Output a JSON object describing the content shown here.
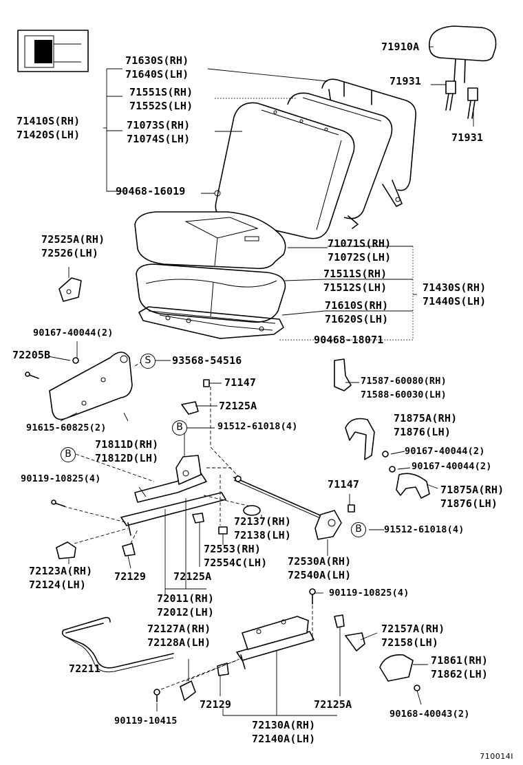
{
  "illustration_id": "710014I",
  "labels": [
    {
      "id": "71910A",
      "lines": [
        "71910A"
      ]
    },
    {
      "id": "71631_71640",
      "lines": [
        "71630S(RH)",
        "71640S(LH)"
      ]
    },
    {
      "id": "71551_71552",
      "lines": [
        "71551S(RH)",
        "71552S(LH)"
      ]
    },
    {
      "id": "71410_71420",
      "lines": [
        "71410S(RH)",
        "71420S(LH)"
      ]
    },
    {
      "id": "71073_71074",
      "lines": [
        "71073S(RH)",
        "71074S(LH)"
      ]
    },
    {
      "id": "71931_a",
      "lines": [
        "71931"
      ]
    },
    {
      "id": "71931_b",
      "lines": [
        "71931"
      ]
    },
    {
      "id": "90468_16019",
      "lines": [
        "90468-16019"
      ]
    },
    {
      "id": "72525_72526",
      "lines": [
        "72525A(RH)",
        "72526(LH)"
      ]
    },
    {
      "id": "71071_71072",
      "lines": [
        "71071S(RH)",
        "71072S(LH)"
      ]
    },
    {
      "id": "71511_71512",
      "lines": [
        "71511S(RH)",
        "71512S(LH)"
      ]
    },
    {
      "id": "71430_71440",
      "lines": [
        "71430S(RH)",
        "71440S(LH)"
      ]
    },
    {
      "id": "71610_71620",
      "lines": [
        "71610S(RH)",
        "71620S(LH)"
      ]
    },
    {
      "id": "90167_40044_top",
      "lines": [
        "90167-40044(2)"
      ]
    },
    {
      "id": "90468_18071",
      "lines": [
        "90468-18071"
      ]
    },
    {
      "id": "72205B",
      "lines": [
        "72205B"
      ]
    },
    {
      "id": "93568_54516",
      "lines": [
        "93568-54516"
      ]
    },
    {
      "id": "71147_a",
      "lines": [
        "71147"
      ]
    },
    {
      "id": "71587_71588",
      "lines": [
        "71587-60080(RH)",
        "71588-60030(LH)"
      ]
    },
    {
      "id": "72125A_a",
      "lines": [
        "72125A"
      ]
    },
    {
      "id": "91615_60825",
      "lines": [
        "91615-60825(2)"
      ]
    },
    {
      "id": "91512_61018_a",
      "lines": [
        "91512-61018(4)"
      ]
    },
    {
      "id": "71875_71876_a",
      "lines": [
        "71875A(RH)",
        "71876(LH)"
      ]
    },
    {
      "id": "71811_71812",
      "lines": [
        "71811D(RH)",
        "71812D(LH)"
      ]
    },
    {
      "id": "90167_40044_b",
      "lines": [
        "90167-40044(2)"
      ]
    },
    {
      "id": "90167_40044_c",
      "lines": [
        "90167-40044(2)"
      ]
    },
    {
      "id": "90119_10825_a",
      "lines": [
        "90119-10825(4)"
      ]
    },
    {
      "id": "71147_b",
      "lines": [
        "71147"
      ]
    },
    {
      "id": "71875_71876_b",
      "lines": [
        "71875A(RH)",
        "71876(LH)"
      ]
    },
    {
      "id": "72137_72138",
      "lines": [
        "72137(RH)",
        "72138(LH)"
      ]
    },
    {
      "id": "91512_61018_b",
      "lines": [
        "91512-61018(4)"
      ]
    },
    {
      "id": "72553_72554",
      "lines": [
        "72553(RH)",
        "72554C(LH)"
      ]
    },
    {
      "id": "72530_72540",
      "lines": [
        "72530A(RH)",
        "72540A(LH)"
      ]
    },
    {
      "id": "72123_72124",
      "lines": [
        "72123A(RH)",
        "72124(LH)"
      ]
    },
    {
      "id": "72129_a",
      "lines": [
        "72129"
      ]
    },
    {
      "id": "72125A_b",
      "lines": [
        "72125A"
      ]
    },
    {
      "id": "72011_72012",
      "lines": [
        "72011(RH)",
        "72012(LH)"
      ]
    },
    {
      "id": "90119_10825_b",
      "lines": [
        "90119-10825(4)"
      ]
    },
    {
      "id": "72127_72128",
      "lines": [
        "72127A(RH)",
        "72128A(LH)"
      ]
    },
    {
      "id": "72157_72158",
      "lines": [
        "72157A(RH)",
        "72158(LH)"
      ]
    },
    {
      "id": "72211",
      "lines": [
        "72211"
      ]
    },
    {
      "id": "71861_71862",
      "lines": [
        "71861(RH)",
        "71862(LH)"
      ]
    },
    {
      "id": "72129_b",
      "lines": [
        "72129"
      ]
    },
    {
      "id": "72125A_c",
      "lines": [
        "72125A"
      ]
    },
    {
      "id": "90168_40043",
      "lines": [
        "90168-40043(2)"
      ]
    },
    {
      "id": "90119_10415",
      "lines": [
        "90119-10415"
      ]
    },
    {
      "id": "72130_72140",
      "lines": [
        "72130A(RH)",
        "72140A(LH)"
      ]
    }
  ],
  "callouts": [
    {
      "id": "S",
      "text": "S"
    },
    {
      "id": "B1",
      "text": "B"
    },
    {
      "id": "B2",
      "text": "B"
    },
    {
      "id": "B3",
      "text": "B"
    }
  ]
}
